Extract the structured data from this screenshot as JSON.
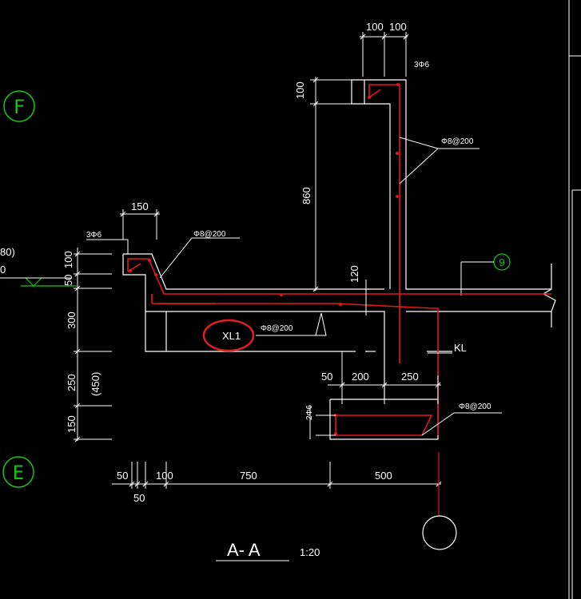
{
  "drawing": {
    "axis_labels": {
      "F": "F",
      "E": "E",
      "nine": "9"
    },
    "section_title": "A- A",
    "scale": "1:20",
    "beam_label": "XL1",
    "kl_label": "KL",
    "left_cut": {
      "line1": "80)",
      "line2": "0"
    },
    "rebar": {
      "top_parapet": "3Φ6",
      "left_top": "3Φ6",
      "stirrup_left": "Φ8@200",
      "stirrup_right": "Φ8@200",
      "beam_stirrup": "Φ8@200",
      "bottom_bars": "2Φ6",
      "bottom_stirrup": "Φ8@200"
    },
    "dims": {
      "top_100a": "100",
      "top_100b": "100",
      "vert_100": "100",
      "vert_860": "860",
      "vert_120": "120",
      "left_150": "150",
      "left_100": "100",
      "left_50": "50",
      "left_300": "300",
      "left_250": "250",
      "left_450": "(450)",
      "left_150b": "150",
      "mid_50": "50",
      "mid_200": "200",
      "mid_250": "250",
      "bot_50a": "50",
      "bot_50b": "50",
      "bot_100": "100",
      "bot_750": "750",
      "bot_500": "500"
    },
    "colors": {
      "background": "#000000",
      "lines": "#ffffff",
      "rebar": "#e01818",
      "axis": "#19c419",
      "highlight": "#e02020"
    }
  }
}
